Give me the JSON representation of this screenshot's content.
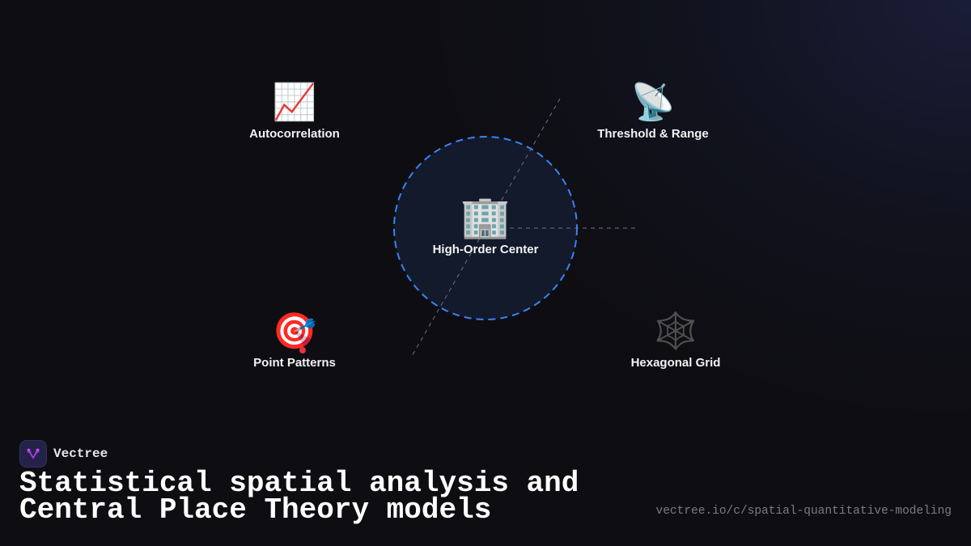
{
  "diagram": {
    "center": {
      "label": "High-Order Center",
      "icon": "office-building-icon",
      "glyph": "🏢"
    },
    "nodes": [
      {
        "id": "autocorrelation",
        "label": "Autocorrelation",
        "icon": "chart-increasing-icon",
        "glyph": "📈"
      },
      {
        "id": "threshold-range",
        "label": "Threshold & Range",
        "icon": "satellite-antenna-icon",
        "glyph": "📡"
      },
      {
        "id": "point-patterns",
        "label": "Point Patterns",
        "icon": "direct-hit-icon",
        "glyph": "🎯"
      },
      {
        "id": "hexagonal-grid",
        "label": "Hexagonal Grid",
        "icon": "spider-web-icon",
        "glyph": "🕸️"
      }
    ],
    "colors": {
      "circle_stroke": "#3b82f6",
      "circle_fill": "#131a2c",
      "connector": "#6b7080",
      "background": "#0e0e12"
    }
  },
  "footer": {
    "brand": "Vectree",
    "title_line1": "Statistical spatial analysis and",
    "title_line2": "Central Place Theory models",
    "url": "vectree.io/c/spatial-quantitative-modeling"
  }
}
